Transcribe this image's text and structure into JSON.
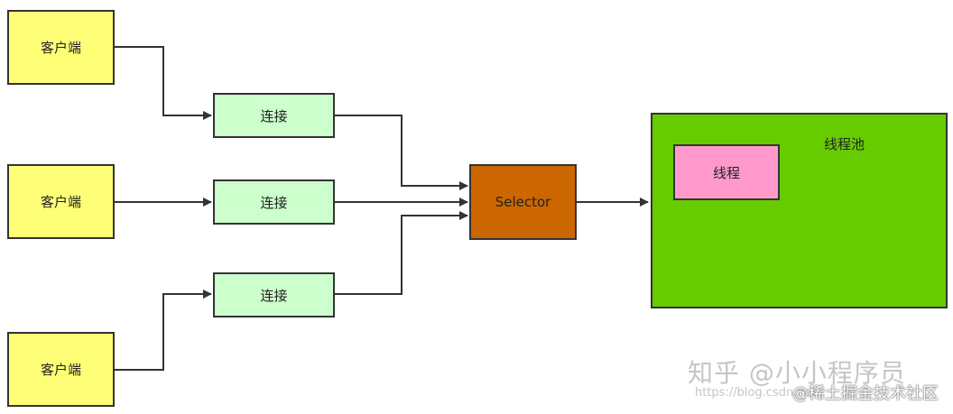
{
  "clients": [
    {
      "label": "客户端"
    },
    {
      "label": "客户端"
    },
    {
      "label": "客户端"
    }
  ],
  "connections": [
    {
      "label": "连接"
    },
    {
      "label": "连接"
    },
    {
      "label": "连接"
    }
  ],
  "selector": {
    "label": "Selector"
  },
  "thread_pool": {
    "label": "线程池",
    "thread": {
      "label": "线程"
    }
  },
  "colors": {
    "client": "#ffff77",
    "connection": "#ccffcc",
    "selector": "#cc6600",
    "thread_pool": "#66cc00",
    "thread": "#ff99cc",
    "arrow": "#333333"
  },
  "watermarks": {
    "zhihu": "知乎 @小小程序员",
    "url": "https://blog.csdn.net",
    "juejin": "@稀土掘金技术社区"
  }
}
